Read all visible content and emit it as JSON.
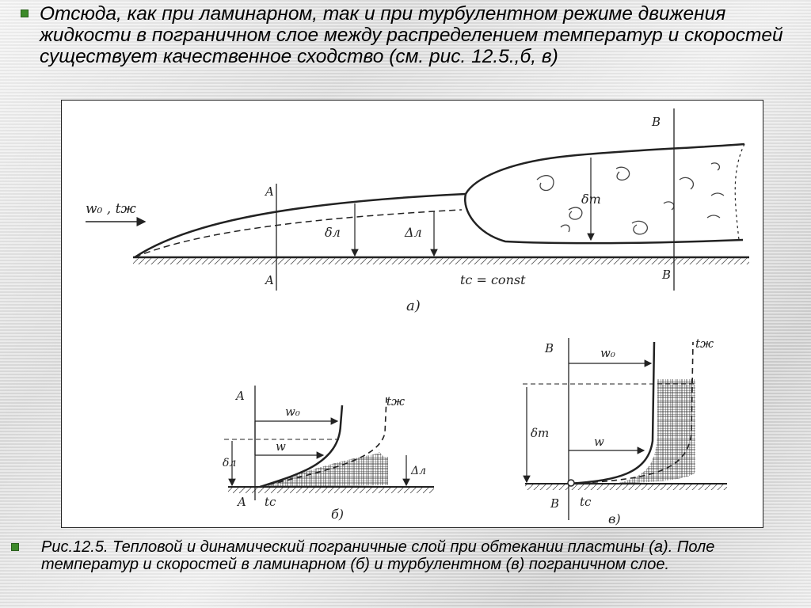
{
  "intro_text": "Отсюда, как при ламинарном, так и при турбулентном режиме движения жидкости в пограничном слое между распределением температур и скоростей существует качественное сходство (см. рис. 12.5.,б, в)",
  "caption_text": "Рис.12.5.  Тепловой и динамический пограничные слой при обтекании пластины  (а).  Поле  температур  и  скоростей в ламинарном  (б)  и  турбулентном  (в)  пограничном слое.",
  "figure": {
    "a": {
      "flow_label": "w₀ , tж",
      "section_top_A": "A",
      "section_bottom_A": "A",
      "section_top_B": "B",
      "section_bottom_B": "B",
      "delta_lam": "δл",
      "Delta_lam": "Δл",
      "delta_turb": "δт",
      "wall_temp": "tс = const",
      "panel": "а)"
    },
    "b": {
      "section_top": "A",
      "section_bottom": "A",
      "w0": "w₀",
      "w": "w",
      "t_liquid": "tж",
      "delta": "δл",
      "Delta": "Δл",
      "t_wall": "tс",
      "panel": "б)"
    },
    "c": {
      "section_top": "B",
      "section_bottom": "B",
      "w0": "w₀",
      "w": "w",
      "t_liquid": "tж",
      "delta": "δт",
      "t_wall": "tс",
      "panel": "в)"
    }
  },
  "colors": {
    "bullet": "#3d8a2a",
    "text": "#000000"
  }
}
